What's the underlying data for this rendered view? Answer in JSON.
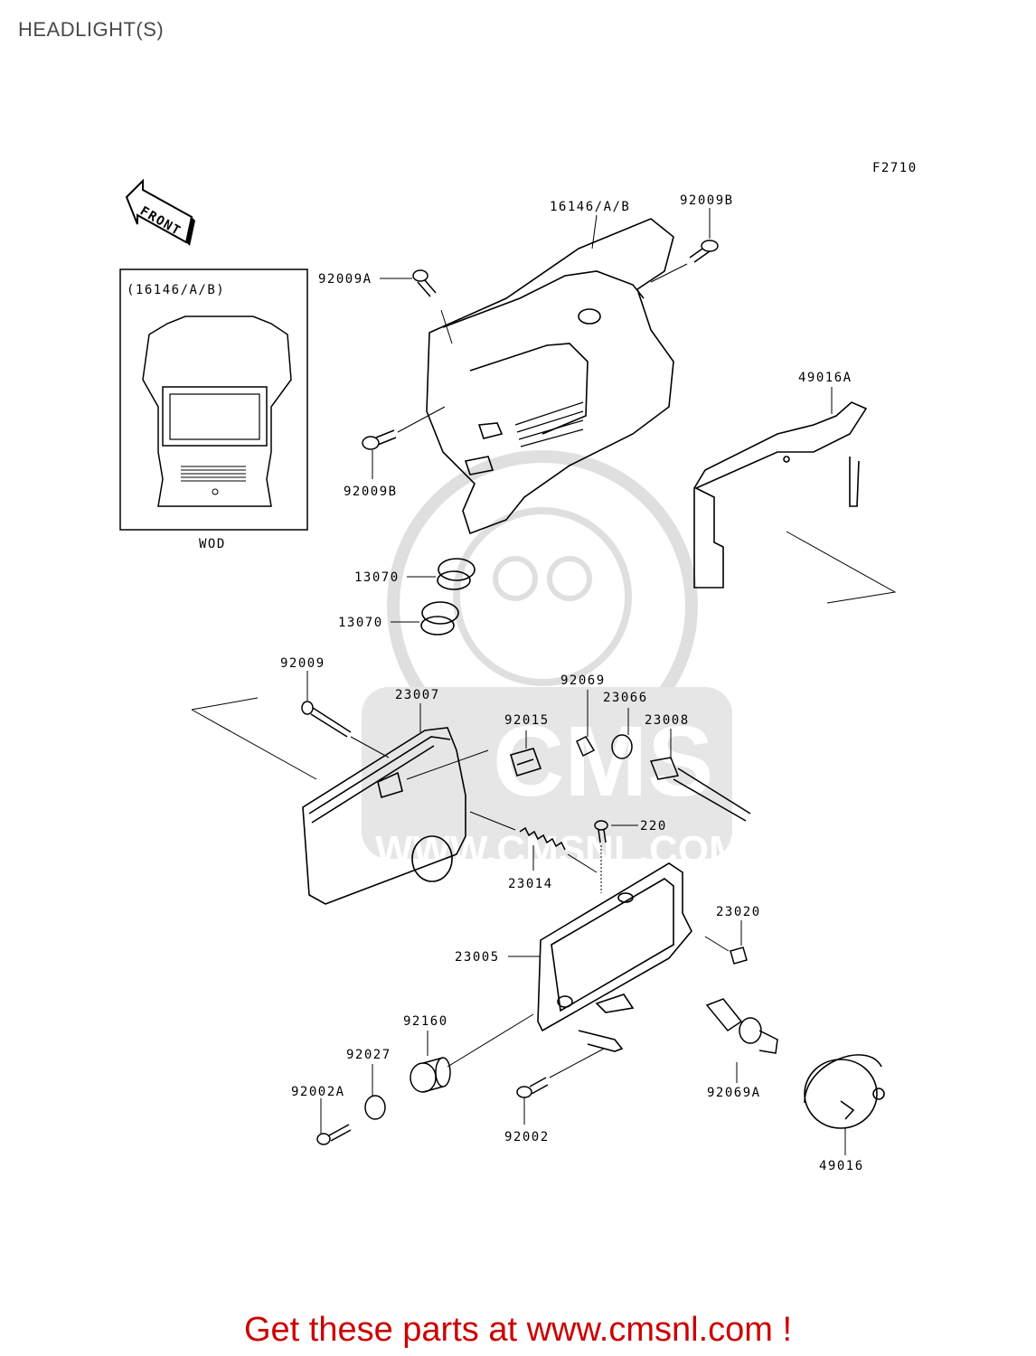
{
  "page": {
    "title": "HEADLIGHT(S)"
  },
  "diagram": {
    "figure_code": "F2710",
    "front_label": "FRONT",
    "inset": {
      "title": "(16146/A/B)",
      "caption": "WOD"
    },
    "parts": {
      "p16146": "16146/A/B",
      "p92009B_top": "92009B",
      "p92009A": "92009A",
      "p92009B_left": "92009B",
      "p49016A": "49016A",
      "p13070_a": "13070",
      "p13070_b": "13070",
      "p92009": "92009",
      "p23007": "23007",
      "p92069": "92069",
      "p23066": "23066",
      "p92015": "92015",
      "p23008": "23008",
      "p220": "220",
      "p23014": "23014",
      "p23020": "23020",
      "p23005": "23005",
      "p92160": "92160",
      "p92027": "92027",
      "p92002A": "92002A",
      "p92002": "92002",
      "p92069A": "92069A",
      "p49016": "49016"
    },
    "watermark": {
      "brand": "CMS",
      "url": "WWW.CMSNL.COM"
    }
  },
  "footer": {
    "text": "Get these parts at www.cmsnl.com !",
    "color": "#cc0000"
  }
}
